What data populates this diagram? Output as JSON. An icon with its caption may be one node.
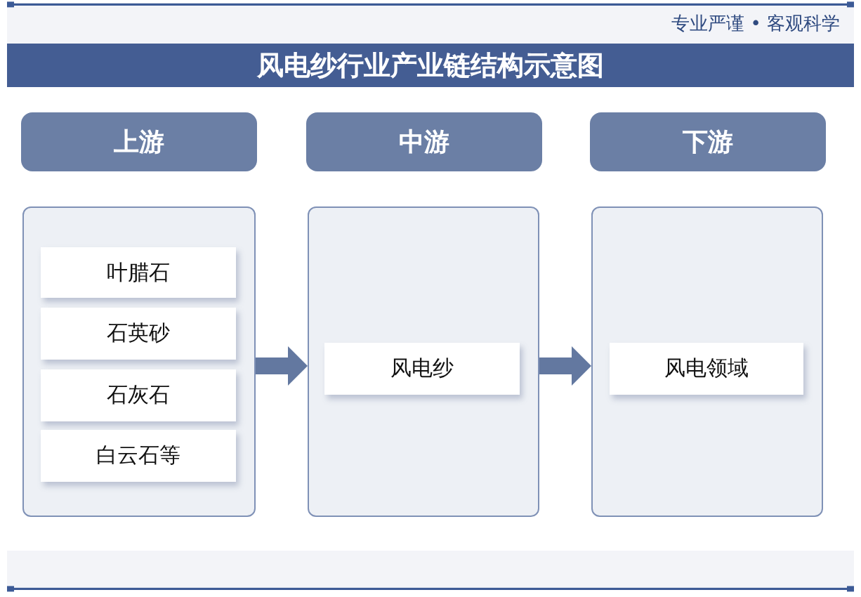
{
  "diagram": {
    "title": "风电纱行业产业链结构示意图",
    "nodes": [
      {
        "text": [
          "上游"
        ]
      },
      {
        "text": [
          "中游"
        ]
      },
      {
        "text": [
          "下游"
        ]
      },
      {
        "text": [],
        "shape": "box"
      },
      {
        "text": [
          "叶腊石"
        ],
        "in": 3
      },
      {
        "text": [
          "石英砂"
        ],
        "in": 3
      },
      {
        "text": [
          "石灰石"
        ],
        "in": 3
      },
      {
        "text": [
          "白云石等"
        ],
        "in": 3
      },
      {
        "text": [],
        "shape": "box"
      },
      {
        "text": [
          "风电纱"
        ],
        "in": 8
      },
      {
        "text": [],
        "shape": "box"
      },
      {
        "text": [
          "风电领域"
        ],
        "in": 10
      }
    ],
    "edges": [
      {
        "from": 3,
        "to": 8,
        "arrow": "to"
      },
      {
        "from": 8,
        "to": 10,
        "arrow": "to"
      }
    ],
    "labels": [
      "专业严谨 • 客观科学"
    ]
  }
}
